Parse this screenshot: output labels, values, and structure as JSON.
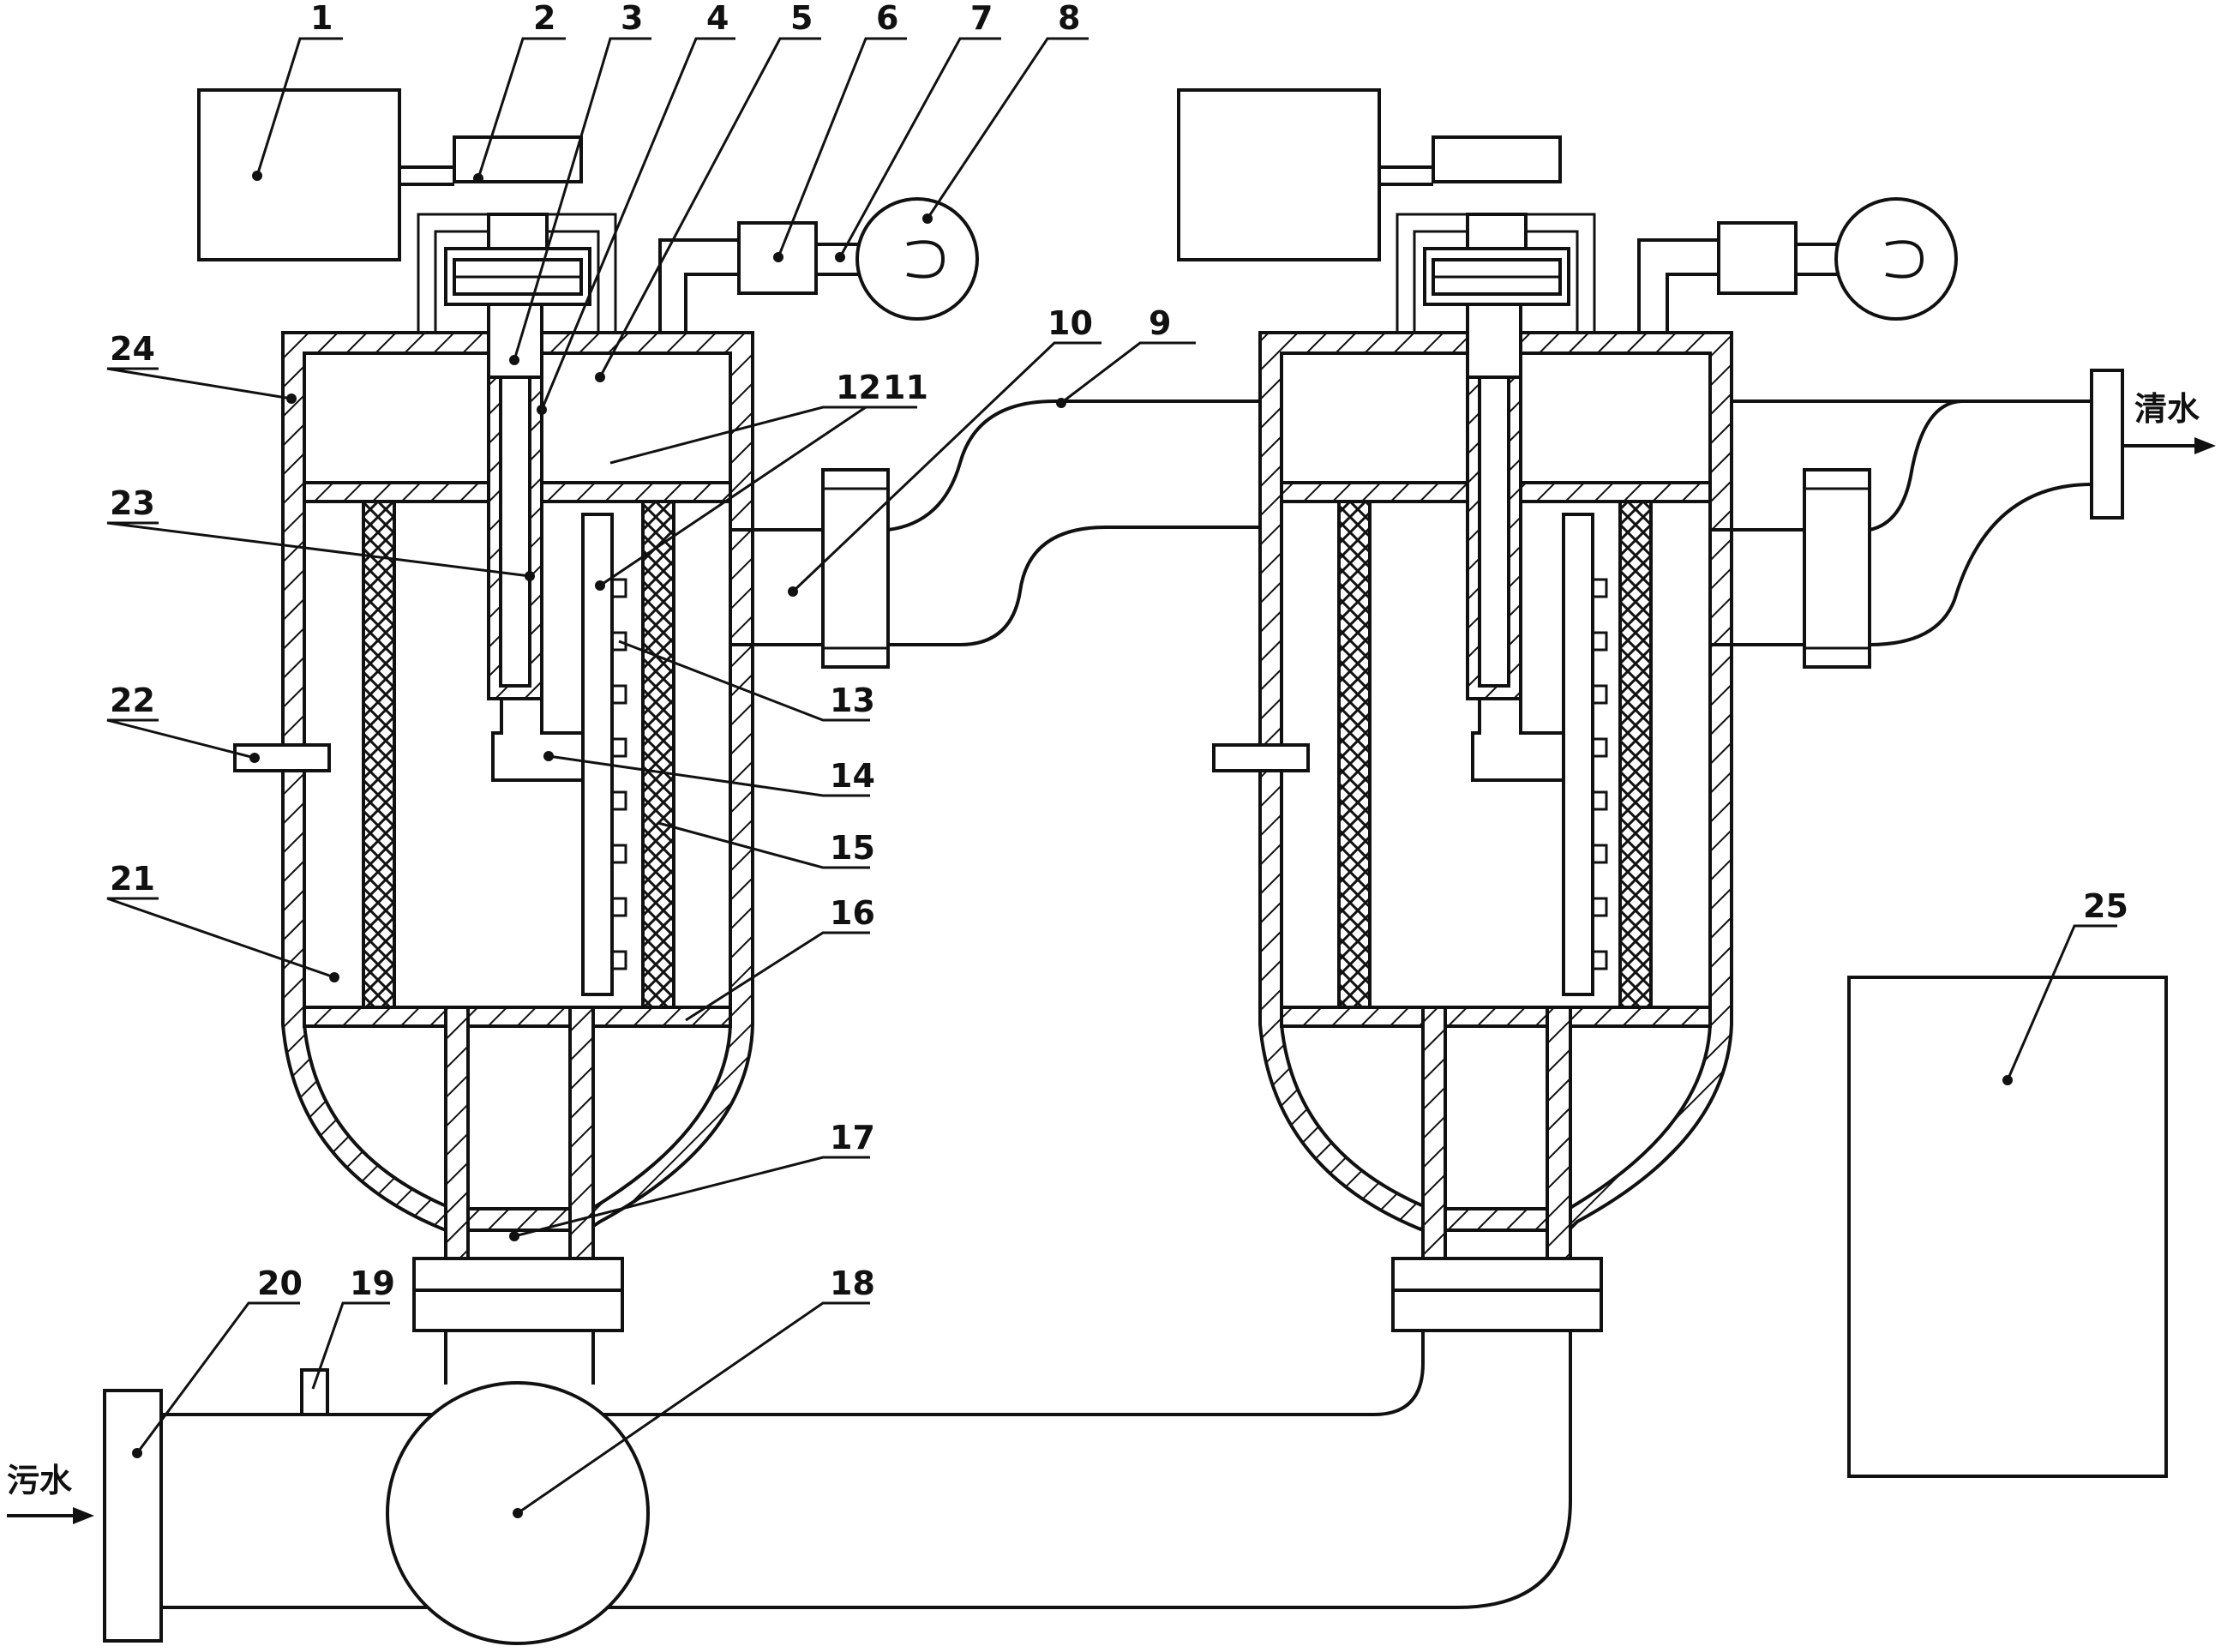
{
  "labels": {
    "n1": "1",
    "n2": "2",
    "n3": "3",
    "n4": "4",
    "n5": "5",
    "n6": "6",
    "n7": "7",
    "n8": "8",
    "n9": "9",
    "n10": "10",
    "n11": "11",
    "n12": "12",
    "n13": "13",
    "n14": "14",
    "n15": "15",
    "n16": "16",
    "n17": "17",
    "n18": "18",
    "n19": "19",
    "n20": "20",
    "n21": "21",
    "n22": "22",
    "n23": "23",
    "n24": "24",
    "n25": "25"
  },
  "flow": {
    "inlet": "污水",
    "outlet": "清水"
  }
}
